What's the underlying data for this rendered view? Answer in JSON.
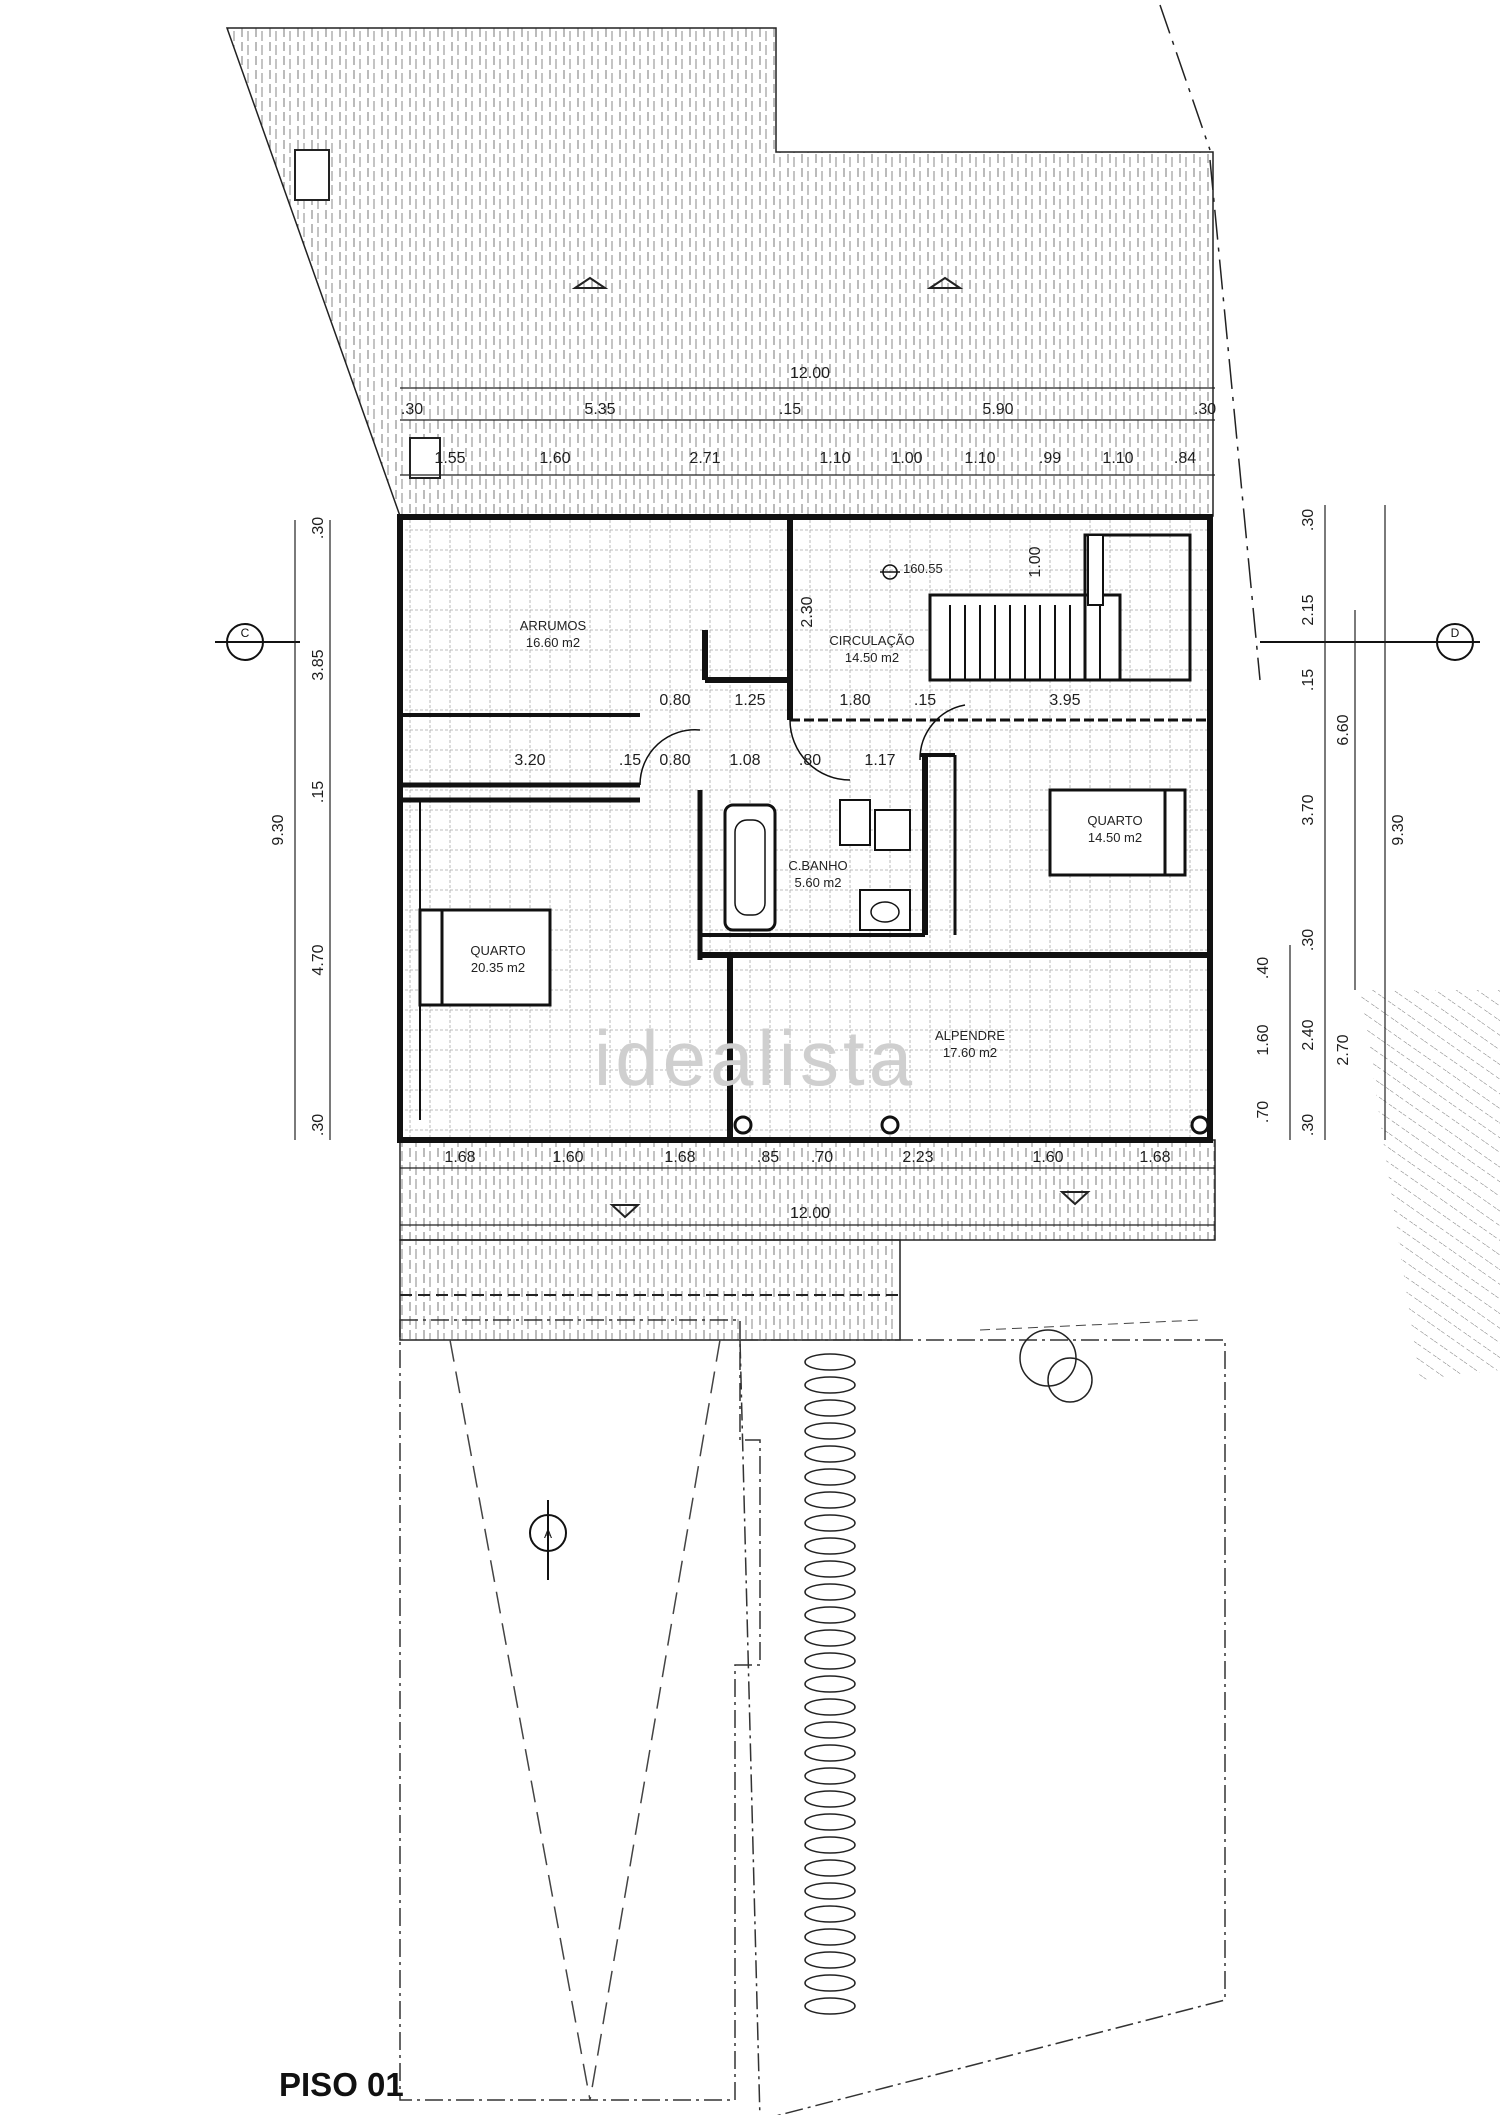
{
  "floor_label": "PISO 01",
  "watermark": "idealista",
  "level_mark": "160.55",
  "rooms": [
    {
      "id": "arrumos",
      "name": "ARRUMOS",
      "area": "16.60 m2"
    },
    {
      "id": "circulacao",
      "name": "CIRCULAÇÃO",
      "area": "14.50 m2"
    },
    {
      "id": "quarto-east",
      "name": "QUARTO",
      "area": "14.50 m2"
    },
    {
      "id": "banho",
      "name": "C.BANHO",
      "area": "5.60 m2"
    },
    {
      "id": "quarto-west",
      "name": "QUARTO",
      "area": "20.35 m2"
    },
    {
      "id": "alpendre",
      "name": "ALPENDRE",
      "area": "17.60 m2"
    }
  ],
  "section_marks": [
    "C",
    "D",
    "A"
  ],
  "dims": {
    "top_total": "12.00",
    "top_row1": [
      ".30",
      "5.35",
      ".15",
      "5.90",
      ".30"
    ],
    "top_row2": [
      "1.55",
      "1.60",
      "2.71",
      "1.10",
      "1.00",
      "1.10",
      ".99",
      "1.10",
      ".84"
    ],
    "inner_row1": [
      "0.80",
      "1.25",
      "1.80",
      ".15",
      "3.95"
    ],
    "inner_row2": [
      "3.20",
      ".15",
      "0.80",
      "1.08",
      ".80",
      "1.17"
    ],
    "stair_v": [
      "2.30",
      "1.00"
    ],
    "left_total": "9.30",
    "left_parts": [
      ".30",
      "3.85",
      ".15",
      "4.70",
      ".30"
    ],
    "right_total": "9.30",
    "right_mid": "6.60",
    "right_parts": [
      ".30",
      "2.15",
      ".15",
      "3.70",
      ".30"
    ],
    "right_low_a": [
      ".40",
      "1.60",
      ".70"
    ],
    "right_low_b": [
      "2.40",
      ".30"
    ],
    "right_low_c": "2.70",
    "bottom_row": [
      "1.68",
      "1.60",
      "1.68",
      ".85",
      ".70",
      "2.23",
      "1.60",
      "1.68"
    ],
    "bottom_total": "12.00"
  }
}
